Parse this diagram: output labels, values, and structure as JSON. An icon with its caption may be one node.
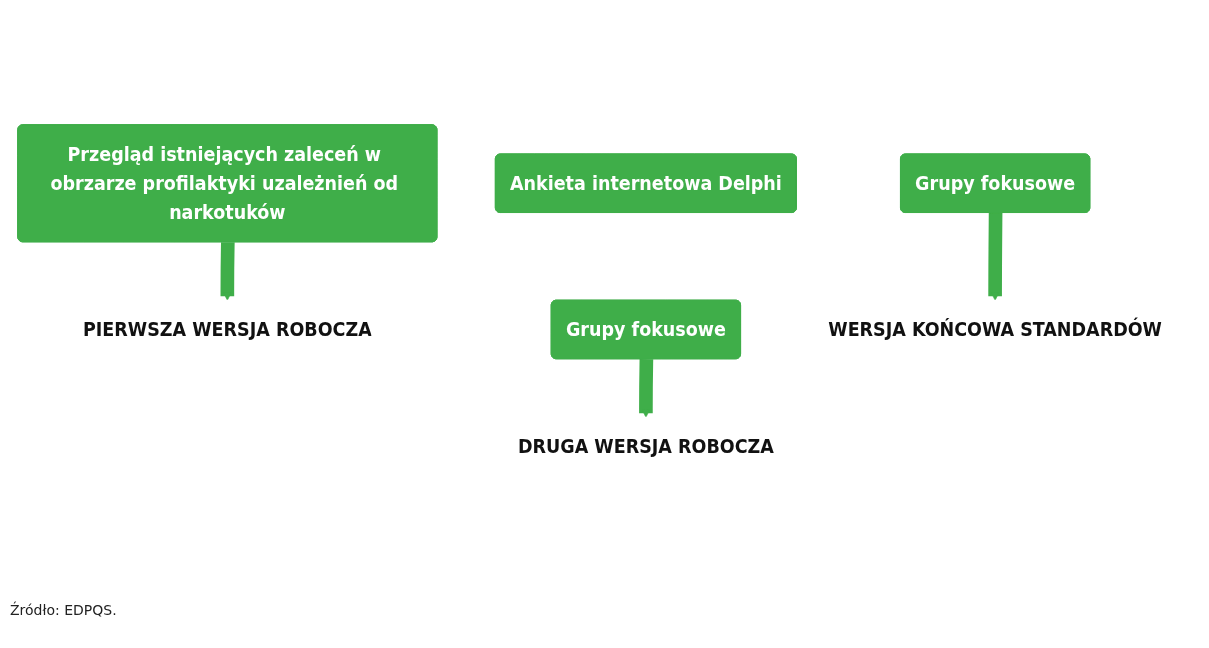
{
  "diagram": {
    "nodes": [
      {
        "text": [
          "Przegląd istniejących zaleceń w obrzarze profilaktyki uzależnień od narkotuków"
        ]
      },
      {
        "text": [
          "PIERWSZA WERSJA ROBOCZA"
        ]
      },
      {
        "text": [
          "Ankieta internetowa Delphi"
        ]
      },
      {
        "text": [
          "Grupy fokusowe"
        ]
      },
      {
        "text": [
          "DRUGA WERSJA ROBOCZA"
        ]
      },
      {
        "text": [
          "Grupy fokusowe"
        ]
      },
      {
        "text": [
          "WERSJA KOŃCOWA STANDARDÓW"
        ]
      }
    ],
    "edges": [
      {
        "from": 0,
        "to": 1,
        "arrow": "to"
      },
      {
        "from": 3,
        "to": 4,
        "arrow": "to"
      },
      {
        "from": 5,
        "to": 6,
        "arrow": "to"
      }
    ],
    "labels": [
      "Źródło: EDPQS."
    ]
  }
}
